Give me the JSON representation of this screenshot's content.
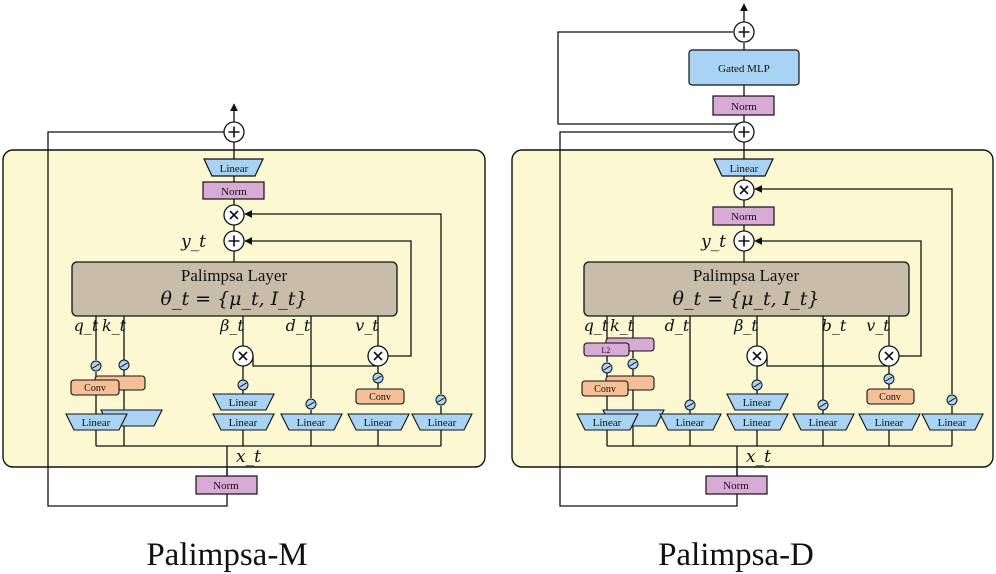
{
  "panels": [
    {
      "caption": "Palimpsa-M",
      "block_label": "Palimpsa Layer",
      "state_label": "θ_t = {μ_t, I_t}",
      "top_linear": "Linear",
      "top_norm": "Norm",
      "input_norm": "Norm",
      "y_label": "y_t",
      "x_label": "x_t",
      "branch_labels": [
        "q_t",
        "k_t",
        "β_t",
        "d_t",
        "v_t"
      ],
      "conv_label": "Conv",
      "linear_label": "Linear"
    },
    {
      "caption": "Palimpsa-D",
      "block_label": "Palimpsa Layer",
      "state_label": "θ_t = {μ_t, I_t}",
      "mlp_label": "Gated MLP",
      "mlp_norm": "Norm",
      "top_linear": "Linear",
      "mid_norm": "Norm",
      "input_norm": "Norm",
      "y_label": "y_t",
      "x_label": "x_t",
      "branch_labels": [
        "q_t",
        "k_t",
        "d_t",
        "β_t",
        "b_t",
        "v_t"
      ],
      "l2_label": "L2",
      "conv_label": "Conv",
      "linear_label": "Linear"
    }
  ],
  "colors": {
    "panel_fill": "#fbf8d2",
    "layer_fill": "#c7bda8",
    "linear_fill": "#a9d3f2",
    "norm_fill": "#d8aad6",
    "conv_fill": "#f6c096",
    "mlp_fill": "#a9d3f2",
    "activation_fill": "#a9d3f2"
  },
  "icons": [
    "plus-icon",
    "times-icon",
    "activation-icon",
    "arrow-icon"
  ]
}
